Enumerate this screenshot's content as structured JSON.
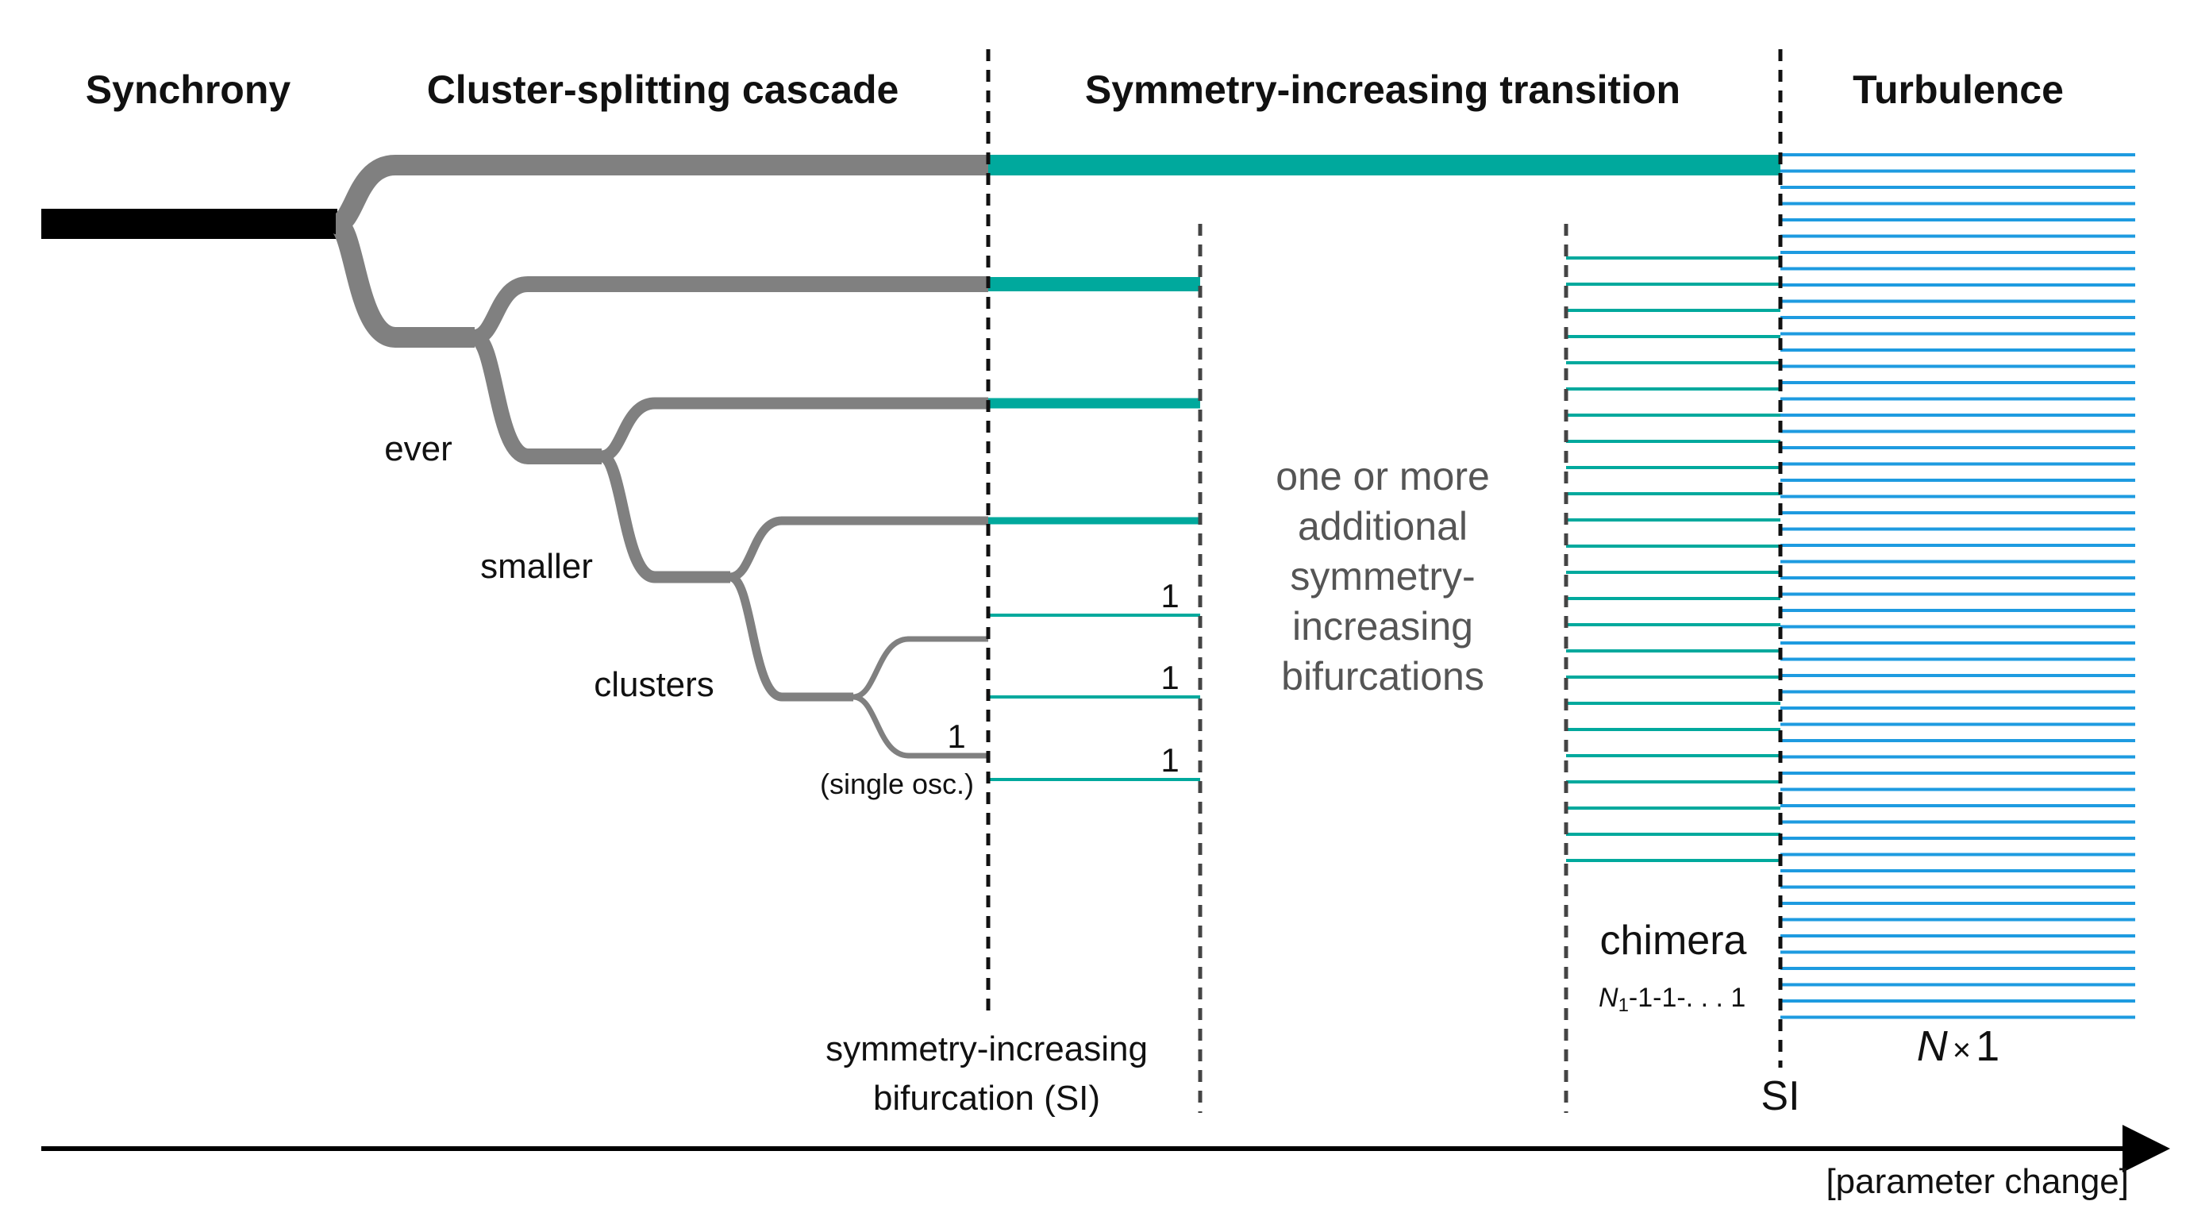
{
  "headers": {
    "synchrony": "Synchrony",
    "cascade": "Cluster-splitting cascade",
    "transition": "Symmetry-increasing transition",
    "turbulence": "Turbulence"
  },
  "cascade_labels": {
    "ever": "ever",
    "smaller": "smaller",
    "clusters": "clusters",
    "single_number": "1",
    "single_caption": "(single osc.)"
  },
  "branch_numbers": [
    "1",
    "1",
    "1"
  ],
  "middle_text": [
    "one or more",
    "additional",
    "symmetry-",
    "increasing",
    "bifurcations"
  ],
  "si_label": [
    "symmetry-increasing",
    "bifurcation (SI)"
  ],
  "chimera": {
    "label": "chimera",
    "formula_n": "N",
    "formula_sub": "1",
    "formula_rest": "-1-1-. . . 1"
  },
  "si_short": "SI",
  "turbulence_label": {
    "n": "N",
    "times": "×",
    "one": "1"
  },
  "axis_label": "[parameter change]",
  "colors": {
    "synchrony": "#000000",
    "cascade": "#808080",
    "teal": "#00a99d",
    "turbulence": "#1e9be0",
    "text": "#111111",
    "grey_text": "#555555"
  }
}
